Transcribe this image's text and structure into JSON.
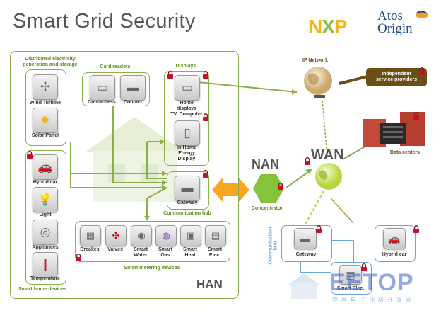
{
  "title": "Smart Grid Security",
  "logos": {
    "nxp": {
      "letters": [
        "N",
        "X",
        "P"
      ],
      "colors": [
        "#f2b61c",
        "#8cbf3f",
        "#f2b61c"
      ]
    },
    "atos_line1": "Atos",
    "atos_line2": "Origin"
  },
  "han": {
    "label": "HAN",
    "sections": {
      "generation": "Distributed electricity\ngeneration and storage",
      "card_readers": "Card readers",
      "displays": "Displays",
      "smart_home": "Smart home devices",
      "communication_hub": "Communication hub",
      "smart_metering": "Smart metering devices"
    },
    "generation_devices": [
      "Wind Turbine",
      "Solar Panel"
    ],
    "card_reader_devices": [
      "Contactless",
      "Contact"
    ],
    "display_devices": [
      "Home\ndisplays\nTV, Computer",
      "In-Home\nEnergy\nDisplay"
    ],
    "gateway": "Gateway",
    "home_devices": [
      "Hybrid car",
      "Light",
      "Appliances",
      "Temperature"
    ],
    "metering_devices": [
      "Breakes",
      "Valves",
      "Smart\nWater",
      "Smart\nGas",
      "Smart\nHeat",
      "Smart\nElec."
    ]
  },
  "nan": {
    "label": "NAN",
    "concentrator": "Concentrator"
  },
  "wan": {
    "label": "WAN",
    "ip_network": "IP Network",
    "independent": "Independent\nservice providers",
    "data_centers": "Data centers"
  },
  "remote_home": {
    "communication_hub": "Communication\nhub",
    "gateway": "Gateway",
    "hybrid_car": "Hybrid car",
    "smart_elec": "Smart Elec."
  },
  "watermark": {
    "main": "EETOP",
    "sub": "中国电子顶级开发网"
  },
  "colors": {
    "green": "#8ab04a",
    "label_green": "#5b8e1e",
    "lock_red": "#c8102e",
    "arrow_orange": "#f5a623",
    "blue": "#6aa7d6",
    "independent_bg": "#6b4d16"
  }
}
